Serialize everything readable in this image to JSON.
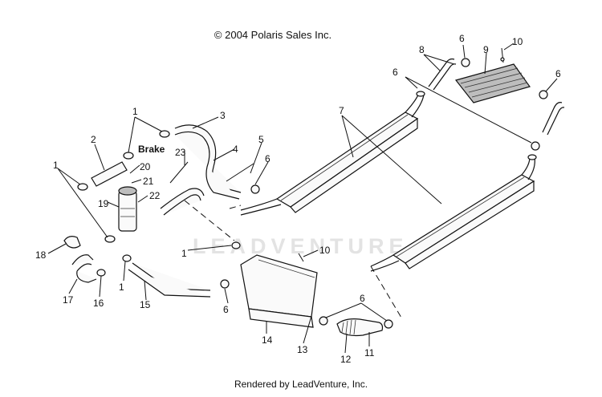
{
  "copyright": "© 2004 Polaris Sales Inc.",
  "footer": "Rendered by LeadVenture, Inc.",
  "watermark": "LEADVENTURE",
  "brake_label": "Brake",
  "callouts": {
    "c1a": "1",
    "c1b": "1",
    "c1c": "1",
    "c1d": "1",
    "c2": "2",
    "c3": "3",
    "c4": "4",
    "c5": "5",
    "c6a": "6",
    "c6b": "6",
    "c6c": "6",
    "c6d": "6",
    "c6e": "6",
    "c6f": "6",
    "c7": "7",
    "c8": "8",
    "c9": "9",
    "c10a": "10",
    "c10b": "10",
    "c11": "11",
    "c12": "12",
    "c13": "13",
    "c14": "14",
    "c15": "15",
    "c16": "16",
    "c17": "17",
    "c18": "18",
    "c19": "19",
    "c20": "20",
    "c21": "21",
    "c22": "22",
    "c23": "23"
  }
}
